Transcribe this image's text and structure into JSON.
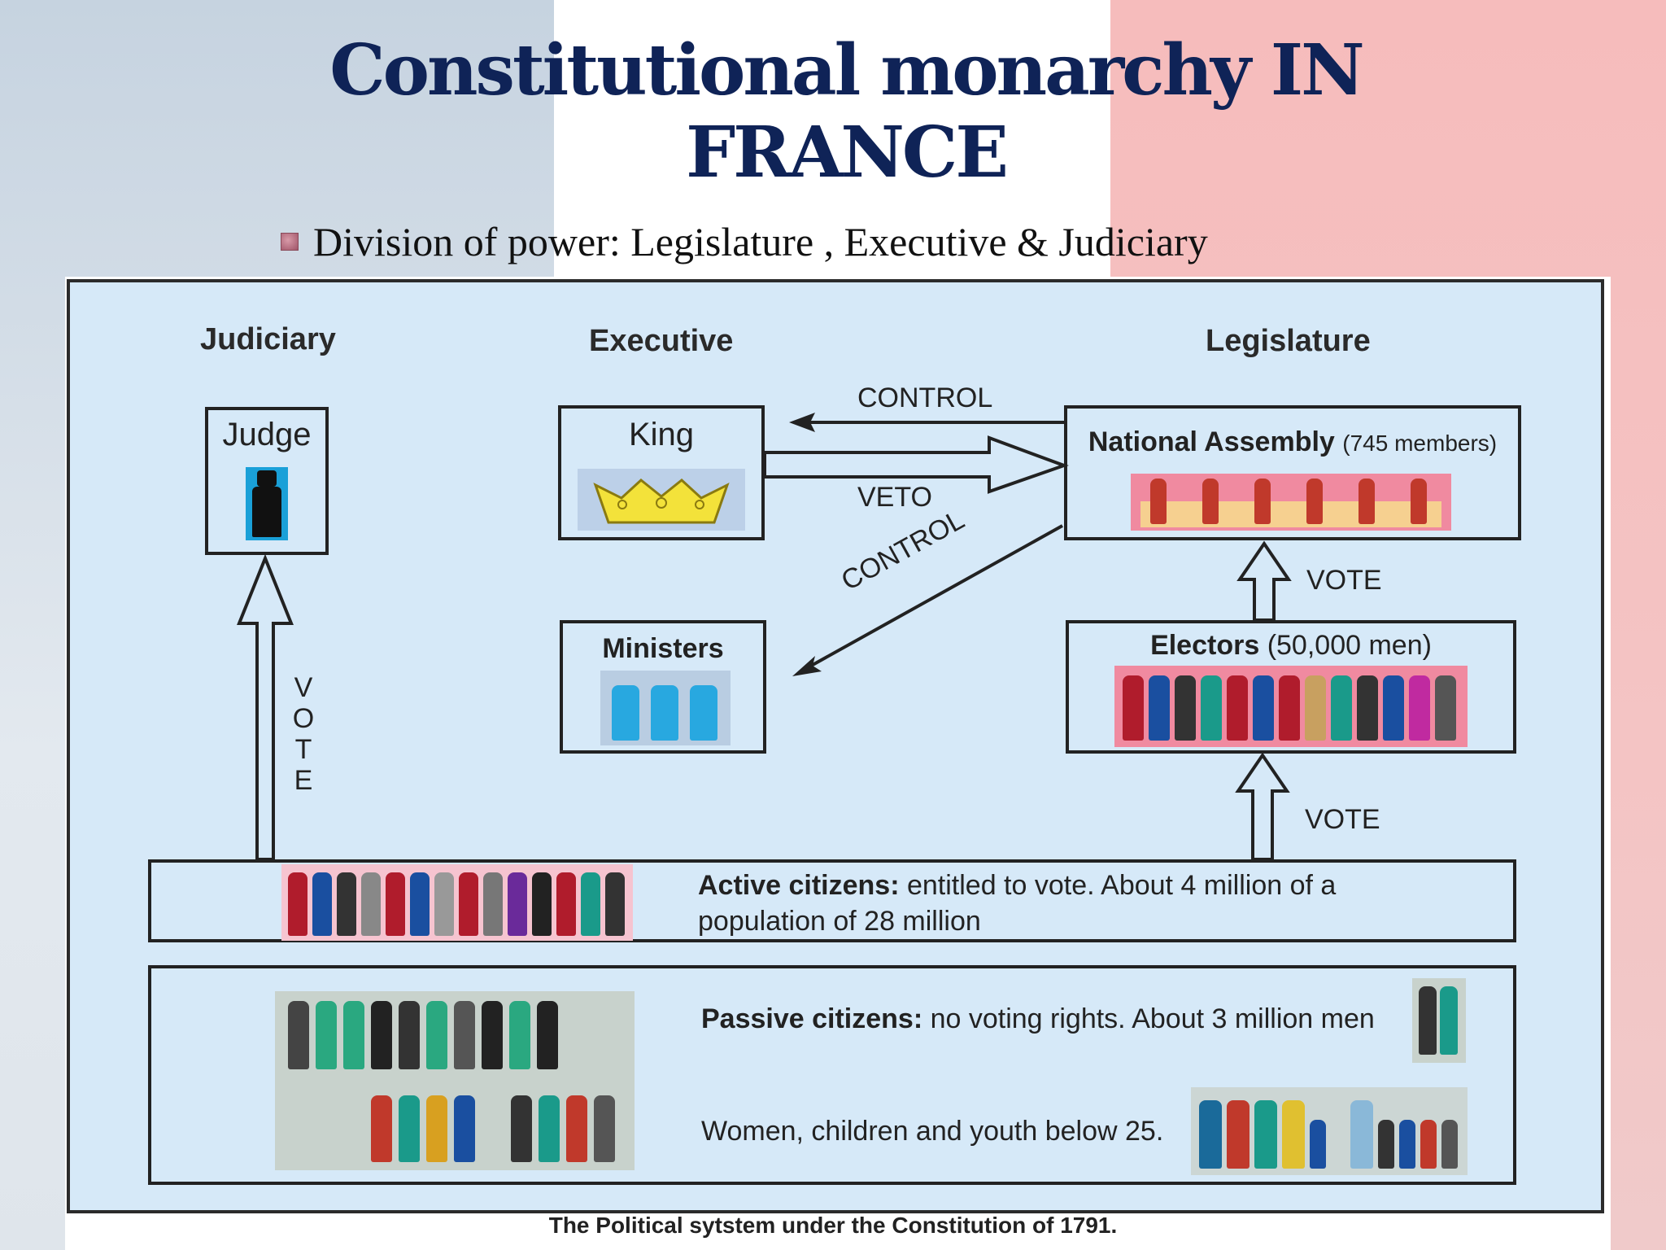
{
  "title": "Constitutional monarchy IN FRANCE",
  "bullet": "Division of power:  Legislature , Executive & Judiciary",
  "columns": {
    "judiciary": "Judiciary",
    "executive": "Executive",
    "legislature": "Legislature"
  },
  "boxes": {
    "judge": "Judge",
    "king": "King",
    "ministers": "Ministers",
    "national_assembly": "National Assembly",
    "national_assembly_note": "(745 members)",
    "electors": "Electors",
    "electors_note": "(50,000 men)"
  },
  "arrows": {
    "control_top": "CONTROL",
    "veto": "VETO",
    "control_diag": "CONTROL",
    "vote_assembly": "VOTE",
    "vote_electors": "VOTE",
    "vote_judge": "VOTE"
  },
  "active": {
    "bold": "Active citizens:",
    "text": " entitled to vote. About 4 million of a",
    "text2": "population of 28 million"
  },
  "passive": {
    "bold": "Passive citizens:",
    "text": " no voting rights. About 3 million men",
    "women": "Women, children and youth below 25."
  },
  "caption": "The Political sytstem under the Constitution of 1791.",
  "colors": {
    "title": "#0f2357",
    "diagram_bg": "#d6e9f8",
    "border": "#222222",
    "crown": "#f3e23a",
    "assembly_bg": "#f08aa0"
  }
}
